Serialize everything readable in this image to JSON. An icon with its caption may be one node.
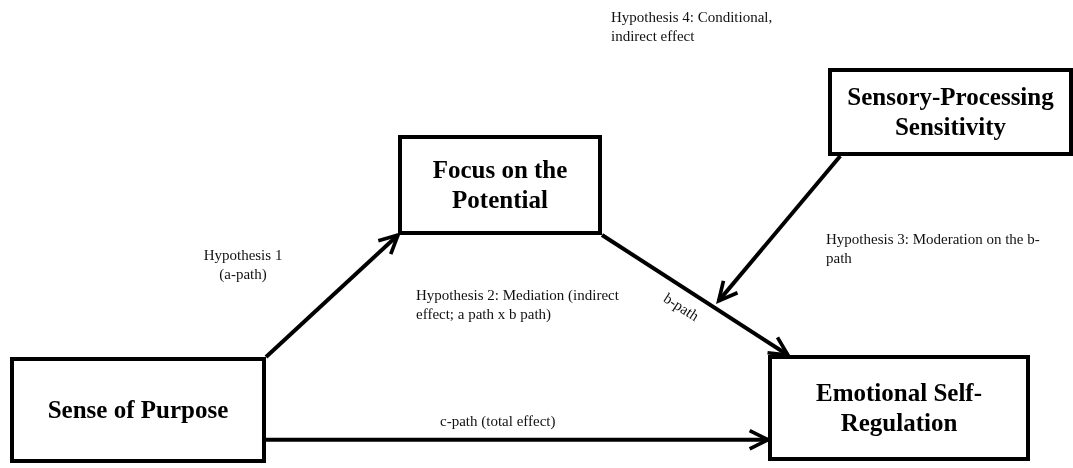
{
  "diagram": {
    "nodes": [
      {
        "text": [
          "Sense of Purpose"
        ]
      },
      {
        "text": [
          "Focus on the Potential"
        ]
      },
      {
        "text": [
          "Sensory-Processing Sensitivity"
        ]
      },
      {
        "text": [
          "Emotional Self-Regulation"
        ]
      }
    ],
    "edges": [
      {
        "from": 0,
        "to": 1,
        "arrow": "to",
        "label": "Hypothesis 1 (a-path)"
      },
      {
        "from": 1,
        "to": 3,
        "arrow": "to",
        "label": "b-path"
      },
      {
        "from": 0,
        "to": 3,
        "arrow": "to",
        "label": "c-path (total effect)"
      },
      {
        "from": 2,
        "to": null,
        "arrow": "to",
        "label": "Hypothesis 3: Moderation on the b-path"
      }
    ],
    "labels": [
      "Hypothesis 4: Conditional, indirect effect",
      "Hypothesis 2: Mediation (indirect effect; a path x b path)"
    ]
  }
}
